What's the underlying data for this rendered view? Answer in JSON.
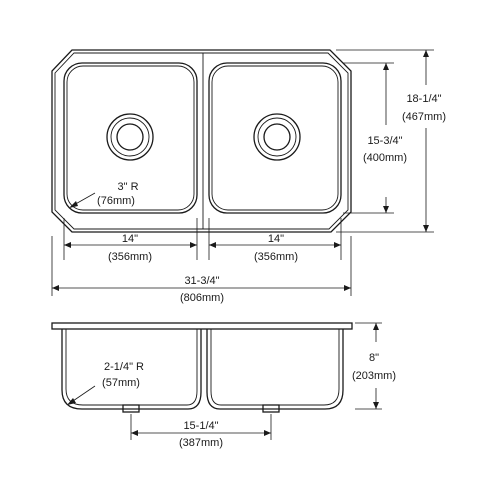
{
  "dimensions": {
    "overall_depth": {
      "imperial": "18-1/4\"",
      "metric": "(467mm)"
    },
    "bowl_depth": {
      "imperial": "15-3/4\"",
      "metric": "(400mm)"
    },
    "corner_radius": {
      "imperial": "3\" R",
      "metric": "(76mm)"
    },
    "left_bowl_width": {
      "imperial": "14\"",
      "metric": "(356mm)"
    },
    "right_bowl_width": {
      "imperial": "14\"",
      "metric": "(356mm)"
    },
    "overall_width": {
      "imperial": "31-3/4\"",
      "metric": "(806mm)"
    },
    "bottom_radius": {
      "imperial": "2-1/4\" R",
      "metric": "(57mm)"
    },
    "sink_height": {
      "imperial": "8\"",
      "metric": "(203mm)"
    },
    "drain_spacing": {
      "imperial": "15-1/4\"",
      "metric": "(387mm)"
    }
  }
}
